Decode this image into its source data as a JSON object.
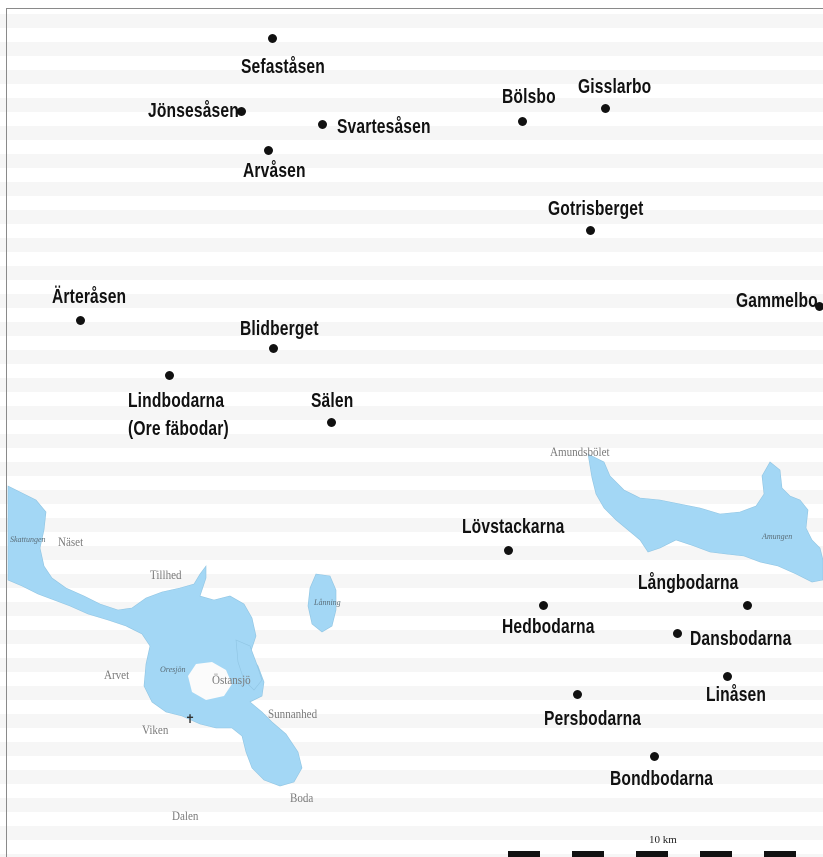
{
  "colors": {
    "water": "#a3d7f5",
    "dot": "#111111",
    "label": "#111111",
    "minor_label": "#7a7a7a"
  },
  "places": {
    "sefastasen": "Sefaståsen",
    "jonsesasen": "Jönsesåsen",
    "svartesasen": "Svartesåsen",
    "arvasen": "Arvåsen",
    "bolsbo": "Bölsbo",
    "gisslarbo": "Gisslarbo",
    "gotrisberget": "Gotrisberget",
    "arterasen": "Ärteråsen",
    "gammelbo": "Gammelbo",
    "blidberget": "Blidberget",
    "lindbodarna": "Lindbodarna",
    "lindbodarna_alt": "(Ore fäbodar)",
    "salen": "Sälen",
    "lovstackarna": "Lövstackarna",
    "langbodarna": "Långbodarna",
    "hedbodarna": "Hedbodarna",
    "dansbodarna": "Dansbodarna",
    "linasen": "Linåsen",
    "persbodarna": "Persbodarna",
    "bondbodarna": "Bondbodarna"
  },
  "minor_places": {
    "naset": "Näset",
    "tillhed": "Tillhed",
    "arvet": "Arvet",
    "ostansjo": "Östansjö",
    "viken": "Viken",
    "sunnanhed": "Sunnanhed",
    "boda": "Boda",
    "dalen": "Dalen",
    "amundsbolet": "Amundsbölet"
  },
  "lakes": {
    "skattungen": "Skattungen",
    "orsjon": "Oresjön",
    "lanning": "Lånning",
    "amungen": "Amungen"
  },
  "scale": {
    "label": "10 km"
  }
}
